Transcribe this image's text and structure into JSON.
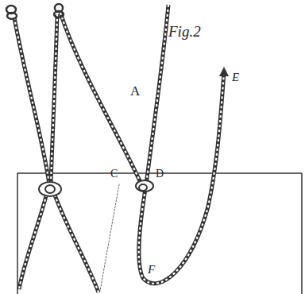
{
  "diagram": {
    "labels": [
      "Fig.2",
      "A",
      "C",
      "D",
      "E",
      "F"
    ]
  }
}
